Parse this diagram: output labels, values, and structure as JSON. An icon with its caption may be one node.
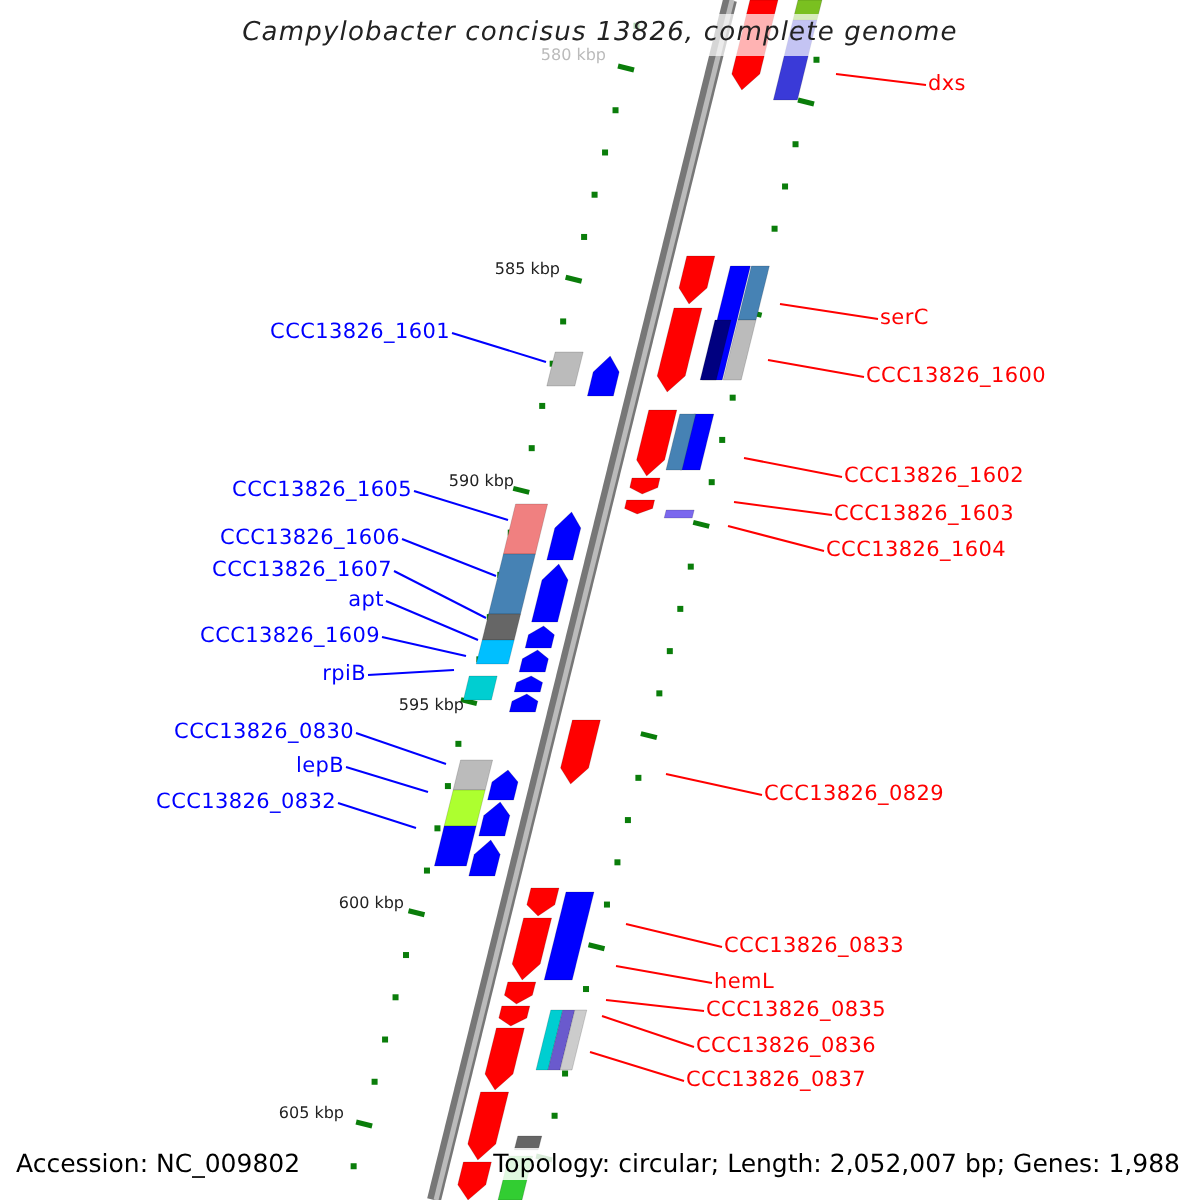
{
  "diagram": {
    "title": "Campylobacter concisus 13826, complete genome",
    "nodes": [
      {
        "text": [
          "dxs"
        ]
      },
      {
        "text": [
          "serC"
        ]
      },
      {
        "text": [
          "CCC13826_1601"
        ]
      },
      {
        "text": [
          "CCC13826_1600"
        ]
      },
      {
        "text": [
          "CCC13826_1602"
        ]
      },
      {
        "text": [
          "CCC13826_1605"
        ]
      },
      {
        "text": [
          "CCC13826_1603"
        ]
      },
      {
        "text": [
          "CCC13826_1606"
        ]
      },
      {
        "text": [
          "CCC13826_1604"
        ]
      },
      {
        "text": [
          "CCC13826_1607"
        ]
      },
      {
        "text": [
          "apt"
        ]
      },
      {
        "text": [
          "CCC13826_1609"
        ]
      },
      {
        "text": [
          "rpiB"
        ]
      },
      {
        "text": [
          "CCC13826_0830"
        ]
      },
      {
        "text": [
          "lepB"
        ]
      },
      {
        "text": [
          "CCC13826_0829"
        ]
      },
      {
        "text": [
          "CCC13826_0832"
        ]
      },
      {
        "text": [
          "CCC13826_0833"
        ]
      },
      {
        "text": [
          "hemL"
        ]
      },
      {
        "text": [
          "CCC13826_0835"
        ]
      },
      {
        "text": [
          "CCC13826_0836"
        ]
      },
      {
        "text": [
          "CCC13826_0837"
        ]
      }
    ],
    "edges": [
      {
        "from": 0,
        "to": null,
        "arrow": "none"
      },
      {
        "from": 1,
        "to": null,
        "arrow": "none"
      },
      {
        "from": 2,
        "to": null,
        "arrow": "none",
        "color": "#0000ff"
      },
      {
        "from": 3,
        "to": null,
        "arrow": "none"
      },
      {
        "from": 4,
        "to": null,
        "arrow": "none"
      },
      {
        "from": 5,
        "to": null,
        "arrow": "none",
        "color": "#0000ff"
      },
      {
        "from": 6,
        "to": null,
        "arrow": "none"
      },
      {
        "from": 7,
        "to": null,
        "arrow": "none",
        "color": "#0000ff"
      },
      {
        "from": 8,
        "to": null,
        "arrow": "none"
      },
      {
        "from": 9,
        "to": null,
        "arrow": "none",
        "color": "#0000ff"
      },
      {
        "from": 10,
        "to": null,
        "arrow": "none",
        "color": "#0000ff"
      },
      {
        "from": 11,
        "to": null,
        "arrow": "none",
        "color": "#0000ff"
      },
      {
        "from": 12,
        "to": null,
        "arrow": "none",
        "color": "#0000ff"
      },
      {
        "from": 13,
        "to": null,
        "arrow": "none",
        "color": "#0000ff"
      },
      {
        "from": 14,
        "to": null,
        "arrow": "none",
        "color": "#0000ff"
      },
      {
        "from": 15,
        "to": null,
        "arrow": "none"
      },
      {
        "from": 16,
        "to": null,
        "arrow": "none",
        "color": "#0000ff"
      },
      {
        "from": 17,
        "to": null,
        "arrow": "none"
      },
      {
        "from": 18,
        "to": null,
        "arrow": "none"
      },
      {
        "from": 19,
        "to": null,
        "arrow": "none"
      },
      {
        "from": 20,
        "to": null,
        "arrow": "none"
      },
      {
        "from": 21,
        "to": null,
        "arrow": "none"
      }
    ],
    "labels": [
      "580 kbp",
      "585 kbp",
      "590 kbp",
      "595 kbp",
      "600 kbp",
      "605 kbp",
      "Accession: NC_009802",
      "Topology: circular; Length: 2,052,007 bp; Genes: 1,988"
    ]
  }
}
